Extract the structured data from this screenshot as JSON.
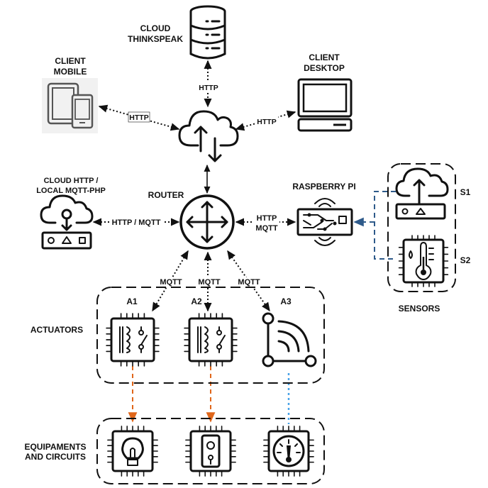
{
  "nodes": {
    "cloud_thingspeak": {
      "line1": "CLOUD",
      "line2": "THINKSPEAK"
    },
    "client_mobile": {
      "line1": "CLIENT",
      "line2": "MOBILE"
    },
    "client_desktop": {
      "line1": "CLIENT",
      "line2": "DESKTOP"
    },
    "cloud_http_local": {
      "line1": "CLOUD HTTP /",
      "line2": "LOCAL MQTT-PHP"
    },
    "router": {
      "label": "ROUTER"
    },
    "raspberry_pi": {
      "label": "RASPBERRY PI"
    },
    "sensors": {
      "label": "SENSORS",
      "s1": "S1",
      "s2": "S2"
    },
    "actuators": {
      "label": "ACTUATORS",
      "a1": "A1",
      "a2": "A2",
      "a3": "A3"
    },
    "equipments": {
      "line1": "EQUIPAMENTS",
      "line2": "AND CIRCUITS"
    }
  },
  "links": {
    "db_to_cloud": "HTTP",
    "mobile_to_cloud": "HTTP",
    "cloud_to_desktop": "HTTP",
    "router_to_cloudhttp": "HTTP / MQTT",
    "router_to_pi_line1": "HTTP",
    "router_to_pi_line2": "MQTT",
    "router_to_a1": "MQTT",
    "router_to_a2": "MQTT",
    "router_to_a3": "MQTT"
  },
  "colors": {
    "ink": "#111111",
    "sensor_link": "#2e5a8a",
    "actuator_link": "#e0661a",
    "wireless_link": "#4aa3e8"
  }
}
